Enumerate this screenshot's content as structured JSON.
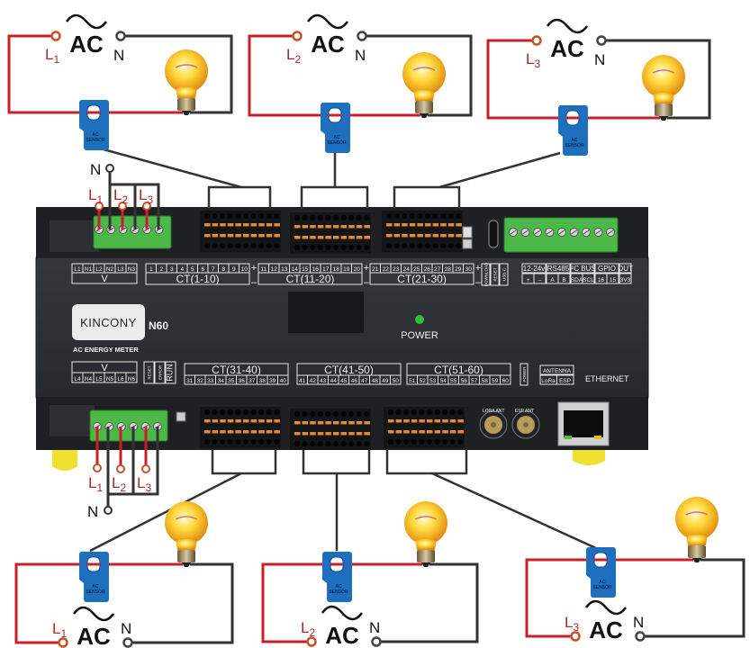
{
  "device": {
    "brand": "KINCONY",
    "model": "N60",
    "subtitle": "AC ENERGY METER",
    "power_label": "POWER",
    "ethernet_label": "ETHERNET",
    "led_color": "#2fbf3a",
    "body_color": "#2b2e32"
  },
  "top_panel": {
    "voltage": {
      "title": "V",
      "terminals": [
        "L1",
        "N1",
        "L2",
        "N2",
        "L3",
        "N3"
      ]
    },
    "ct_groups": [
      {
        "title": "CT(1-10)",
        "channels": [
          "1",
          "2",
          "3",
          "4",
          "5",
          "6",
          "7",
          "8",
          "9",
          "10"
        ]
      },
      {
        "title": "CT(11-20)",
        "channels": [
          "11",
          "12",
          "13",
          "14",
          "15",
          "16",
          "17",
          "18",
          "19",
          "20"
        ]
      },
      {
        "title": "CT(21-30)",
        "channels": [
          "21",
          "22",
          "23",
          "24",
          "25",
          "26",
          "27",
          "28",
          "29",
          "30"
        ]
      }
    ],
    "polarity": {
      "plus": "+",
      "minus": "–"
    },
    "buttons": [
      "DOWNLOAD",
      "RESET",
      "USB-C"
    ],
    "io_groups": [
      {
        "title": "12-24v",
        "pins": [
          "+",
          "–"
        ]
      },
      {
        "title": "RS485",
        "pins": [
          "A",
          "B"
        ]
      },
      {
        "title": "I²C BUS",
        "pins": [
          "SDA",
          "SCL"
        ]
      },
      {
        "title": "GPIO",
        "pins": [
          "16",
          "15"
        ]
      },
      {
        "title": "OUT",
        "pins": [
          "3V3"
        ]
      }
    ]
  },
  "bottom_panel": {
    "voltage": {
      "title": "V",
      "terminals": [
        "L4",
        "N4",
        "L5",
        "N5",
        "L6",
        "N6"
      ]
    },
    "status_leds": [
      "RESET",
      "ERROR",
      "RUN"
    ],
    "ct_groups": [
      {
        "title": "CT(31-40)",
        "channels": [
          "31",
          "32",
          "33",
          "34",
          "35",
          "36",
          "37",
          "38",
          "39",
          "40"
        ]
      },
      {
        "title": "CT(41-50)",
        "channels": [
          "41",
          "42",
          "43",
          "44",
          "45",
          "46",
          "47",
          "48",
          "49",
          "50"
        ]
      },
      {
        "title": "CT(51-60)",
        "channels": [
          "51",
          "52",
          "53",
          "54",
          "55",
          "56",
          "57",
          "58",
          "59",
          "60"
        ]
      }
    ],
    "power_tag": "POWER",
    "antenna": {
      "title": "ANTENNA",
      "ports": [
        "LoRa",
        "ESP"
      ]
    },
    "antenna_silk": [
      "LORA ANT",
      "ESP ANT"
    ]
  },
  "circuits": [
    {
      "id": "top-left",
      "phase": "L",
      "phase_sub": "1",
      "source": "AC",
      "neutral": "N",
      "sensor_label": [
        "AC",
        "SENSOR"
      ]
    },
    {
      "id": "top-middle",
      "phase": "L",
      "phase_sub": "2",
      "source": "AC",
      "neutral": "N",
      "sensor_label": [
        "AC",
        "SENSOR"
      ]
    },
    {
      "id": "top-right",
      "phase": "L",
      "phase_sub": "3",
      "source": "AC",
      "neutral": "N",
      "sensor_label": [
        "AC",
        "SENSOR"
      ]
    },
    {
      "id": "bottom-left",
      "phase": "L",
      "phase_sub": "1",
      "source": "AC",
      "neutral": "N",
      "sensor_label": [
        "AC",
        "SENSOR"
      ]
    },
    {
      "id": "bottom-middle",
      "phase": "L",
      "phase_sub": "2",
      "source": "AC",
      "neutral": "N",
      "sensor_label": [
        "AC",
        "SENSOR"
      ]
    },
    {
      "id": "bottom-right",
      "phase": "L",
      "phase_sub": "3",
      "source": "AC",
      "neutral": "N",
      "sensor_label": [
        "AC",
        "SENSOR"
      ]
    }
  ],
  "voltage_wiring": {
    "top": {
      "neutral": "N",
      "phases": [
        {
          "l": "L",
          "sub": "1"
        },
        {
          "l": "L",
          "sub": "2"
        },
        {
          "l": "L",
          "sub": "3"
        }
      ]
    },
    "bottom": {
      "neutral": "N",
      "phases": [
        {
          "l": "L",
          "sub": "1"
        },
        {
          "l": "L",
          "sub": "2"
        },
        {
          "l": "L",
          "sub": "3"
        }
      ]
    }
  },
  "colors": {
    "live_wire": "#c8202a",
    "neutral_wire": "#333333",
    "sensor": "#1f6fbf",
    "terminal_green": "#4cb848",
    "spring_orange": "#e08a3a"
  }
}
